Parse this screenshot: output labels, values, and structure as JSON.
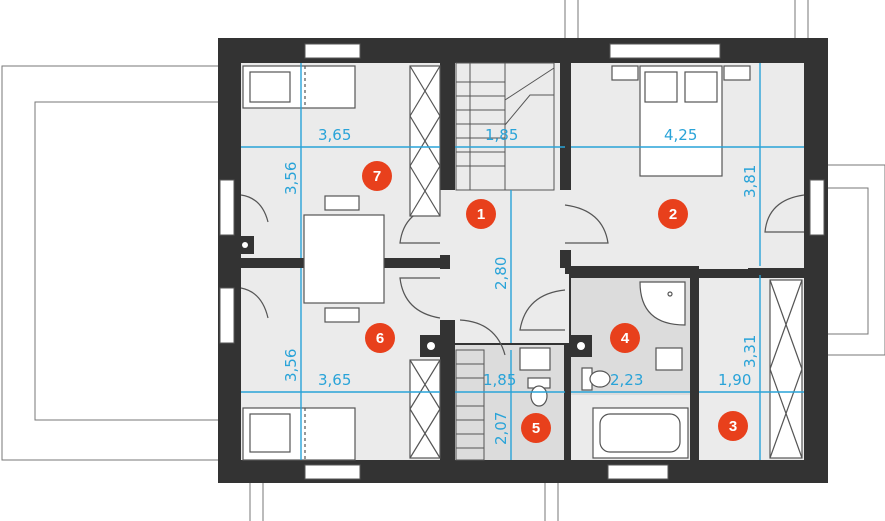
{
  "colors": {
    "wall": "#333333",
    "floor": "#ebebeb",
    "floor_wet": "#dcdcdc",
    "dimension": "#29a3d8",
    "room_marker": "#e8401c",
    "fixture": "#555555"
  },
  "rooms": [
    {
      "number": "1"
    },
    {
      "number": "2"
    },
    {
      "number": "3"
    },
    {
      "number": "4"
    },
    {
      "number": "5"
    },
    {
      "number": "6"
    },
    {
      "number": "7"
    }
  ],
  "dimensions": {
    "room7_width": "3,65",
    "stair_width": "1,85",
    "room2_width": "4,25",
    "room7_depth": "3,56",
    "room2_depth": "3,81",
    "hall_depth": "2,80",
    "room6_depth": "3,56",
    "room6_width": "3,65",
    "bath5_width": "1,85",
    "bath5_depth": "2,07",
    "bath4_width": "2,23",
    "room3_depth": "3,31",
    "room3_width": "1,90"
  },
  "icons": {
    "door": "door-swing-icon",
    "bed": "bed-icon",
    "wardrobe": "wardrobe-icon",
    "stairs": "stairs-icon",
    "bathtub": "bathtub-icon",
    "shower": "shower-icon",
    "toilet": "toilet-icon",
    "sink": "sink-icon",
    "dining_table": "table-icon"
  }
}
